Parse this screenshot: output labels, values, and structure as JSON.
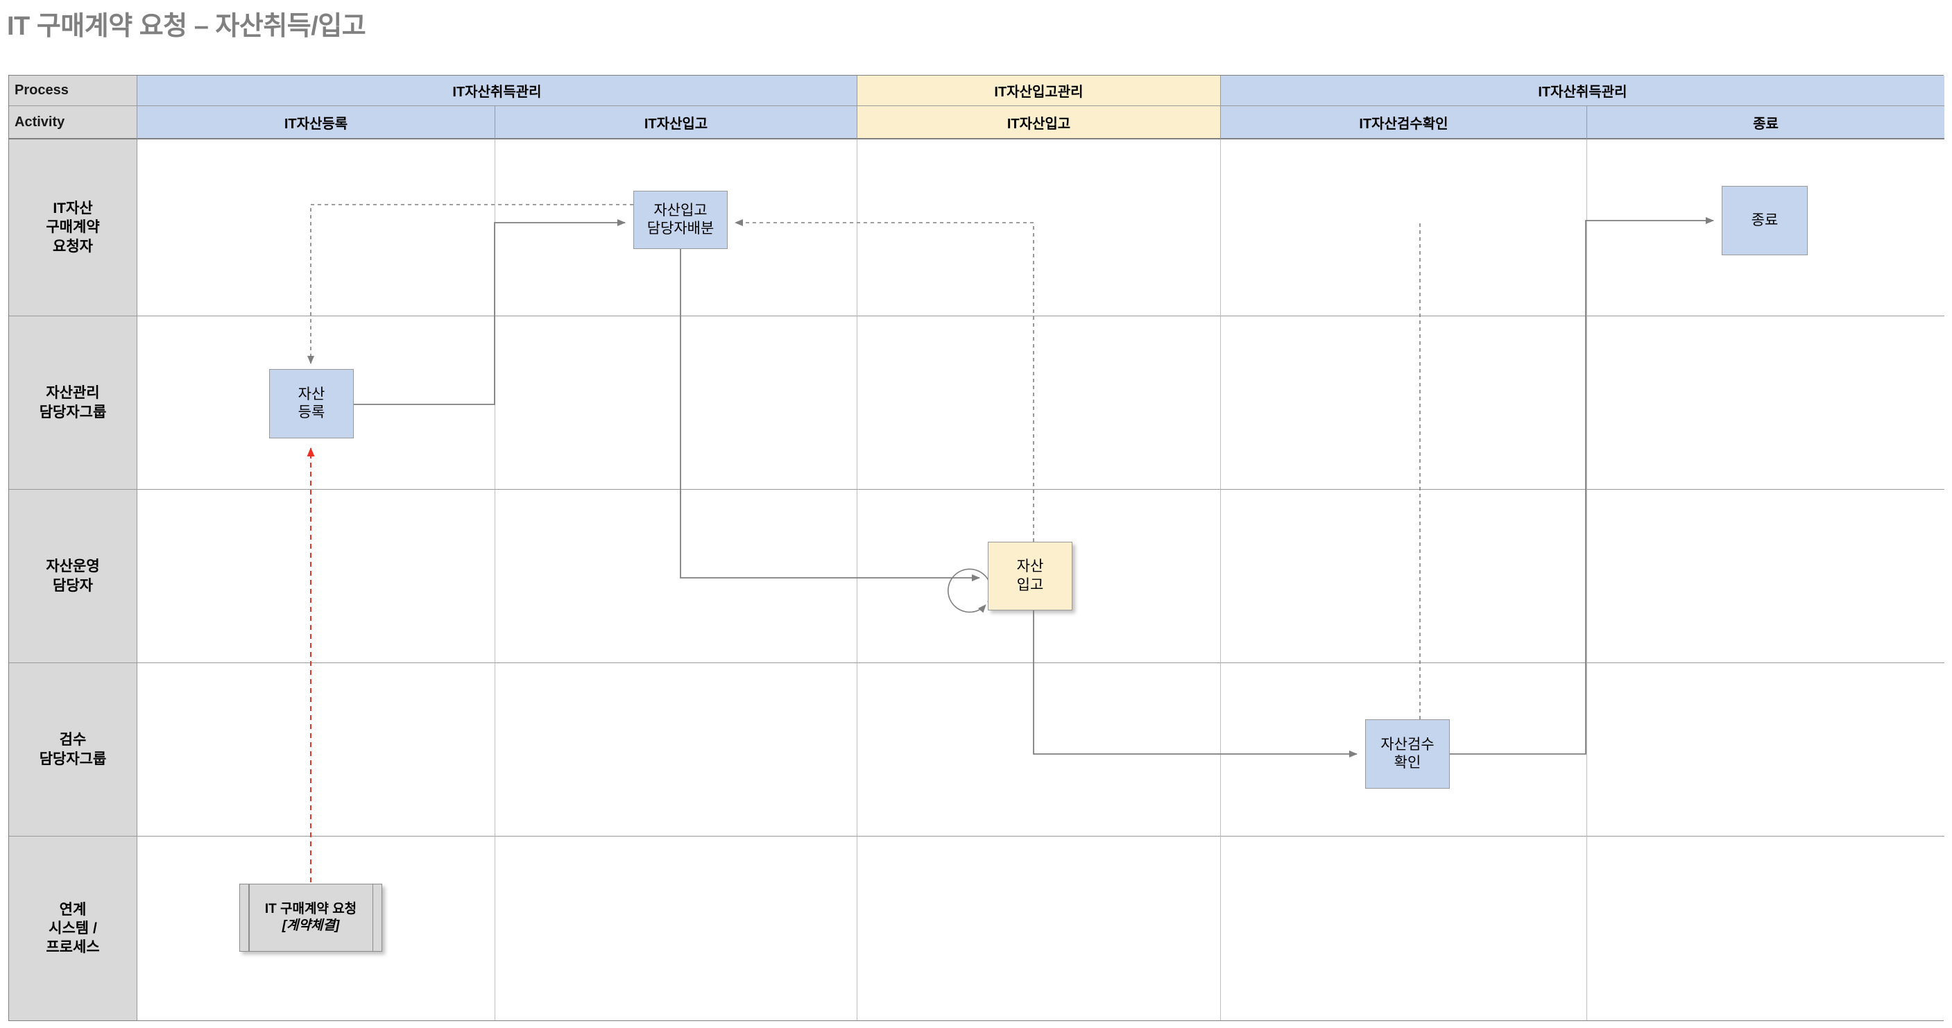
{
  "title": "IT 구매계약 요청 – 자산취득/입고",
  "table": {
    "header_rows": [
      {
        "label": "Process",
        "name": "process-header-row"
      },
      {
        "label": "Activity",
        "name": "activity-header-row"
      }
    ],
    "process_groups": [
      {
        "label": "IT자산취득관리",
        "color": "#c5d5ee"
      },
      {
        "label": "IT자산입고관리",
        "color": "#fcefcd"
      },
      {
        "label": "IT자산취득관리",
        "color": "#c5d5ee"
      }
    ],
    "activities": [
      {
        "label": "IT자산등록",
        "color": "#c5d5ee"
      },
      {
        "label": "IT자산입고",
        "color": "#c5d5ee"
      },
      {
        "label": "IT자산입고",
        "color": "#fcefcd"
      },
      {
        "label": "IT자산검수확인",
        "color": "#c5d5ee"
      },
      {
        "label": "종료",
        "color": "#c5d5ee"
      }
    ],
    "lanes": [
      {
        "label": "IT자산\n구매계약\n요청자"
      },
      {
        "label": "자산관리\n담당자그룹"
      },
      {
        "label": "자산운영\n담당자"
      },
      {
        "label": "검수\n담당자그룹"
      },
      {
        "label": "연계\n시스템 /\n프로세스"
      }
    ]
  },
  "nodes": {
    "asset_dispatch": {
      "label": "자산입고\n담당자배분",
      "type": "task-blue"
    },
    "end": {
      "label": "종료",
      "type": "task-blue"
    },
    "asset_register": {
      "label": "자산\n등록",
      "type": "task-blue"
    },
    "asset_receive": {
      "label": "자산\n입고",
      "type": "task-yellow"
    },
    "asset_inspect": {
      "label": "자산검수\n확인",
      "type": "task-blue"
    },
    "contract_request": {
      "line1": "IT 구매계약 요청",
      "line2": "[계약체결]",
      "type": "predefined-process"
    }
  },
  "colors": {
    "title": "#808080",
    "accent_blue": "#c5d5ee",
    "accent_yellow": "#fcefcd",
    "lane_gray": "#d9d9d9",
    "connector": "#7f7f7f",
    "connector_red": "#ff0000"
  }
}
